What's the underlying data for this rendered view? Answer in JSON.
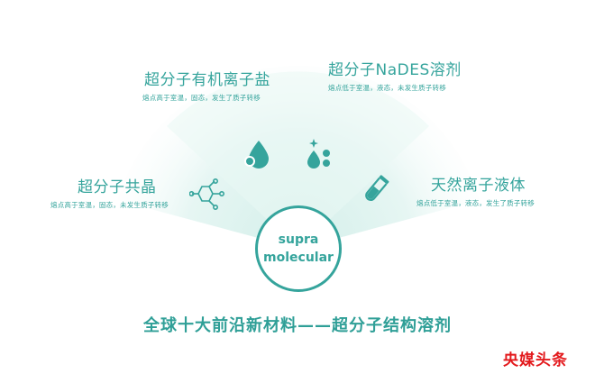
{
  "center": {
    "line1": "supra",
    "line2": "molecular"
  },
  "items": [
    {
      "title": "超分子共晶",
      "desc": "熔点高于室温，固态，未发生质子转移",
      "icon": "molecule-network-icon"
    },
    {
      "title": "超分子有机离子盐",
      "desc": "熔点高于室温，固态，发生了质子转移",
      "icon": "droplet-icon"
    },
    {
      "title": "超分子NaDES溶剂",
      "desc": "熔点低于室温，液态，未发生质子转移",
      "icon": "sparkle-drops-icon"
    },
    {
      "title": "天然离子液体",
      "desc": "熔点低于室温，液态，发生了质子转移",
      "icon": "test-tube-icon"
    }
  ],
  "headline": "全球十大前沿新材料——超分子结构溶剂",
  "watermark": "央媒头条",
  "colors": {
    "accent": "#35a49c",
    "fan": "#e8f6f4",
    "watermark": "#e3191c"
  }
}
